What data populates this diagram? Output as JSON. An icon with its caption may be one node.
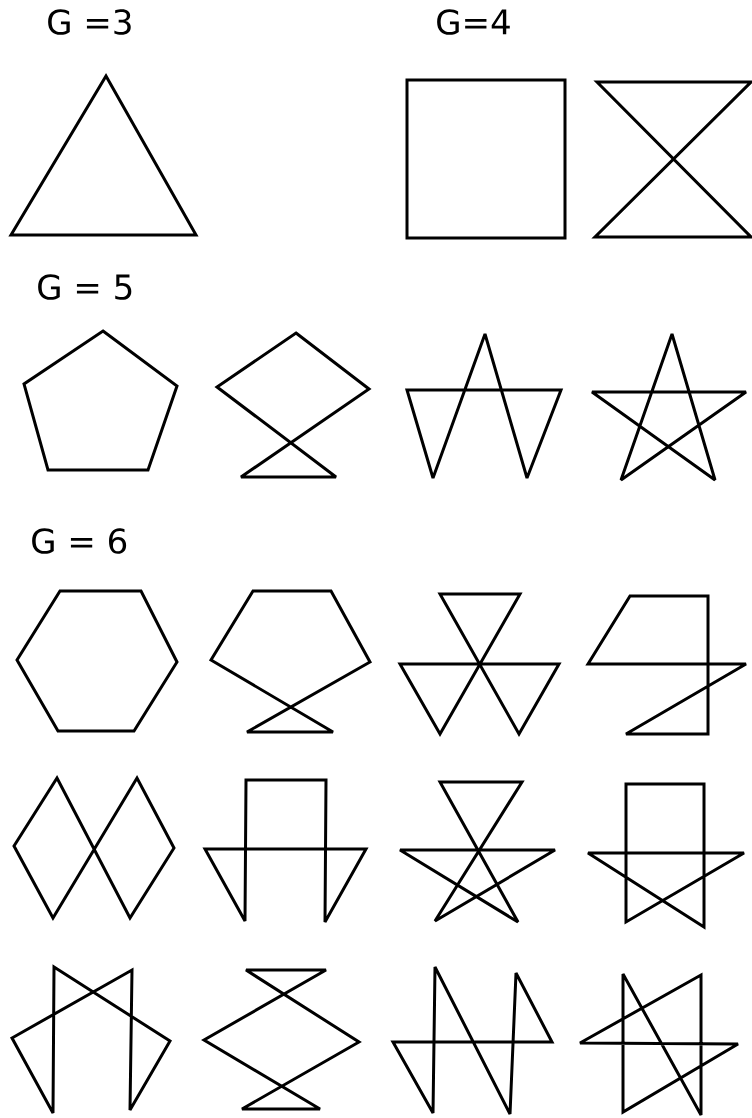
{
  "diagram": {
    "labels": [
      "G =3",
      "G=4",
      "G = 5",
      "G = 6"
    ]
  }
}
